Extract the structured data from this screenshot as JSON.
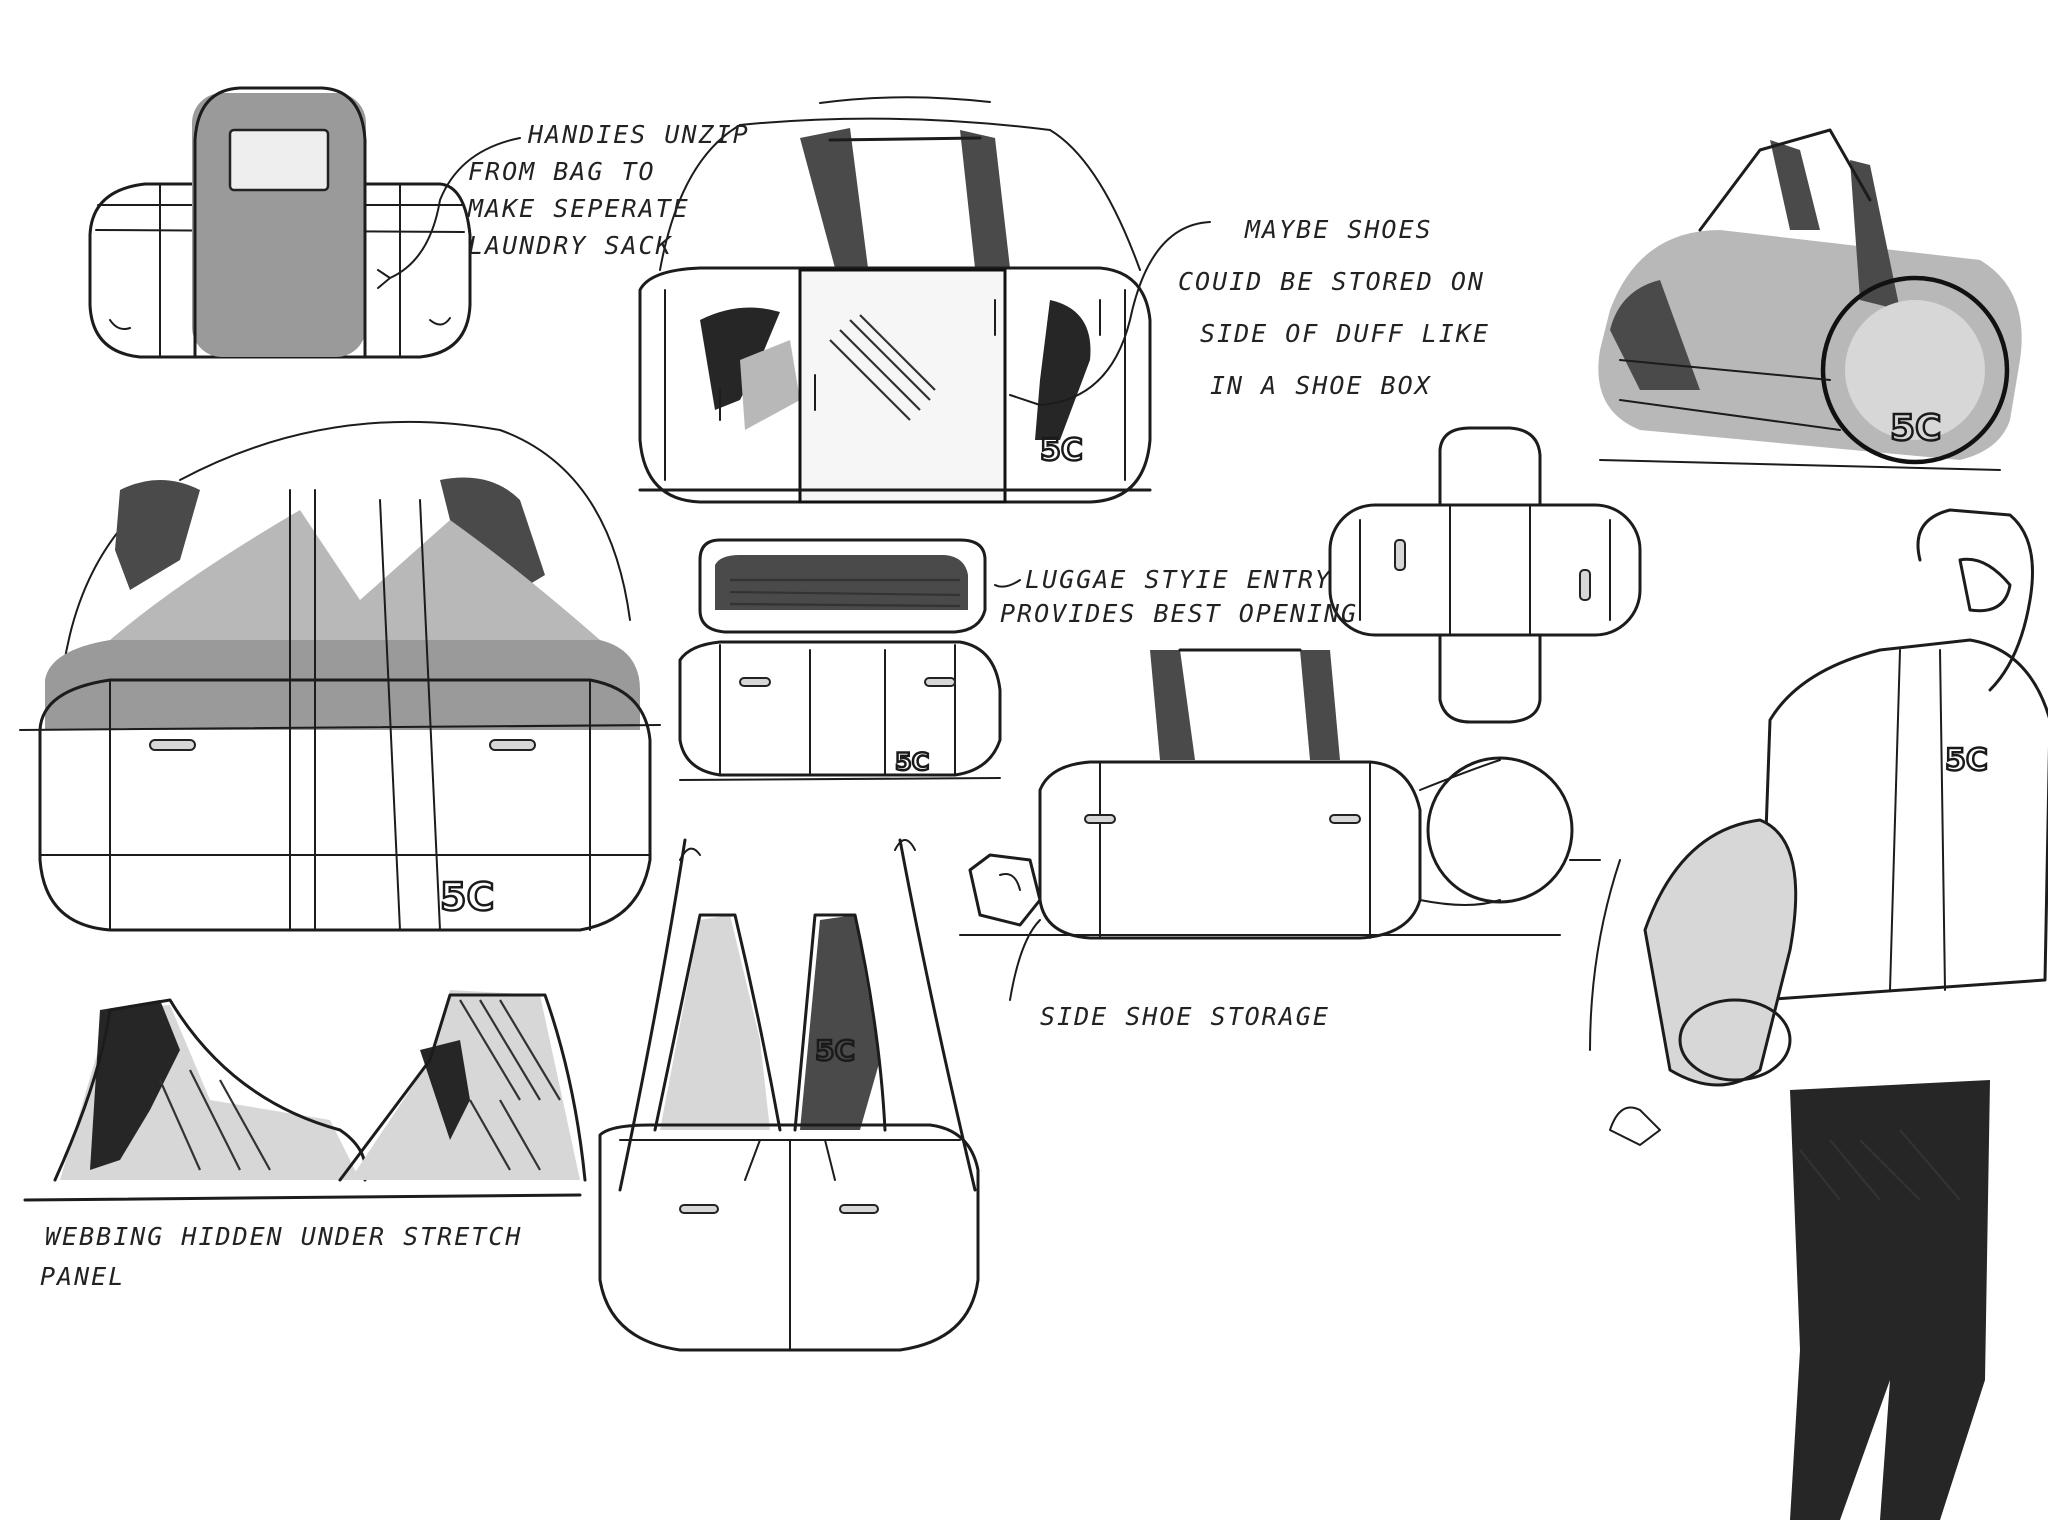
{
  "notes": {
    "laundry": [
      "HANDIES UNZIP",
      "FROM BAG TO",
      "MAKE SEPERATE",
      "LAUNDRY SACK"
    ],
    "shoes": [
      "MAYBE SHOES",
      "COUID BE STORED ON",
      "SIDE OF DUFF LIKE",
      "IN A SHOE BOX"
    ],
    "luggage": [
      "LUGGAE STYIE ENTRY",
      "PROVIDES BEST OPENING"
    ],
    "side_storage": "SIDE SHOE STORAGE",
    "webbing": [
      "WEBBING HIDDEN UNDER STRETCH",
      "PANEL"
    ]
  },
  "logo_mark": "5C"
}
